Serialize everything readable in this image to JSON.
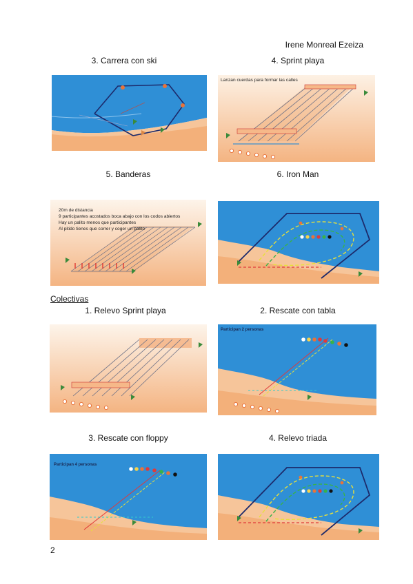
{
  "page": {
    "author": "Irene Monreal Ezeiza",
    "section_title": "Colectivas",
    "page_number": "2"
  },
  "figures": [
    {
      "caption": "3. Carrera con ski",
      "theme": "sea",
      "notes": []
    },
    {
      "caption": "4. Sprint playa",
      "theme": "sand",
      "notes": [
        "Lanzan cuerdas para formar las calles"
      ]
    },
    {
      "caption": "5. Banderas",
      "theme": "sand",
      "notes": [
        "20m de distancia",
        "9 participantes acostados boca abajo con los codos abiertos",
        "Hay un palito menos que participantes",
        "Al pitido tienes que correr y coger un palito"
      ]
    },
    {
      "caption": "6. Iron Man",
      "theme": "sea",
      "notes": []
    },
    {
      "caption": "1. Relevo Sprint playa",
      "theme": "sand",
      "notes": []
    },
    {
      "caption": "2. Rescate con tabla",
      "theme": "sea",
      "notes": [
        "Participan 2 personas"
      ]
    },
    {
      "caption": "3. Rescate con floppy",
      "theme": "sea",
      "notes": [
        "Participan 4 personas"
      ]
    },
    {
      "caption": "4. Relevo triada",
      "theme": "sea",
      "notes": []
    }
  ],
  "colors": {
    "sea": "#2f8fd6",
    "sand_light": "#fbe7d2",
    "sand_dark": "#f2b27a",
    "accent": "#e8733a"
  }
}
